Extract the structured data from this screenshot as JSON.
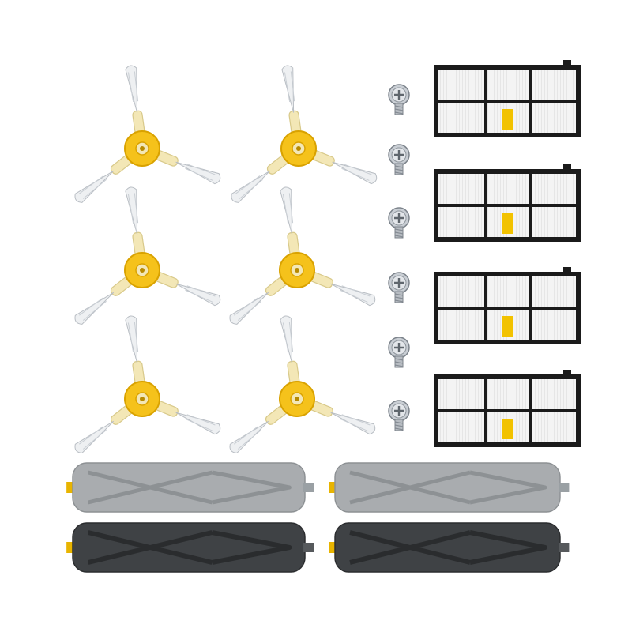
{
  "product": {
    "side_brush_count": 6,
    "screw_count": 6,
    "filter_count": 4,
    "gray_roller_count": 2,
    "black_roller_count": 2
  },
  "colors": {
    "background": "#ffffff",
    "hub_yellow": "#f5c21b",
    "hub_yellow_dark": "#d9a200",
    "arm_translucent": "#f3e7b6",
    "arm_edge": "#d8c98a",
    "bristle": "#eef0f2",
    "bristle_edge": "#b9bec4",
    "filter_frame": "#1b1b1b",
    "filter_pleat": "#f4f4f4",
    "filter_tab": "#f2c200",
    "screw_metal": "#c9ced4",
    "screw_dark": "#7c838b",
    "gray_roller": "#a9acaf",
    "gray_roller_dark": "#8d9194",
    "black_roller": "#3f4245",
    "black_roller_dark": "#2a2c2e",
    "end_cap": "#e8b400"
  }
}
